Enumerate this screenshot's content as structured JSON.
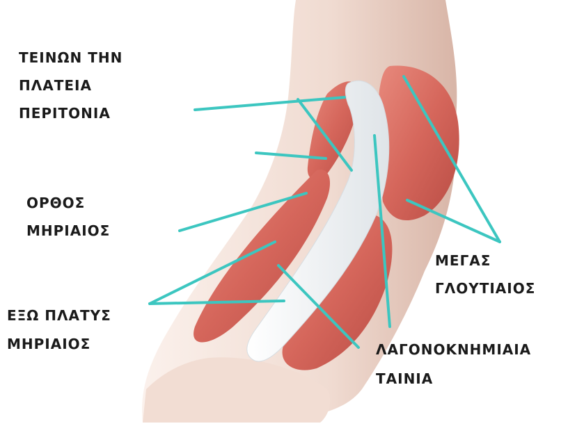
{
  "labels": {
    "tfl_line1": "ΤΕΙΝΩΝ ΤΗΝ",
    "tfl_line2": "ΠΛΑΤΕΙΑ",
    "tfl_line3": "ΠΕΡΙΤΟΝΙΑ",
    "rf_line1": "ΟΡΘΟΣ",
    "rf_line2": "ΜΗΡΙΑΙΟΣ",
    "vl_line1": "ΕΞΩ ΠΛΑΤΥΣ",
    "vl_line2": "ΜΗΡΙΑΙΟΣ",
    "gm_line1": "ΜΕΓΑΣ",
    "gm_line2": "ΓΛΟΥΤΙΑΙΟΣ",
    "itb_line1": "ΛΑΓΟΝΟΚΝΗΜΙΑΙΑ",
    "itb_line2": "ΤΑΙΝΙΑ"
  },
  "colors": {
    "leader": "#3cc6c0",
    "skin_light": "#f3e1d8",
    "skin_shadow": "#d9b8ab",
    "muscle": "#d5665b",
    "muscle_dark": "#b84c44",
    "tendon": "#eef2f4"
  }
}
